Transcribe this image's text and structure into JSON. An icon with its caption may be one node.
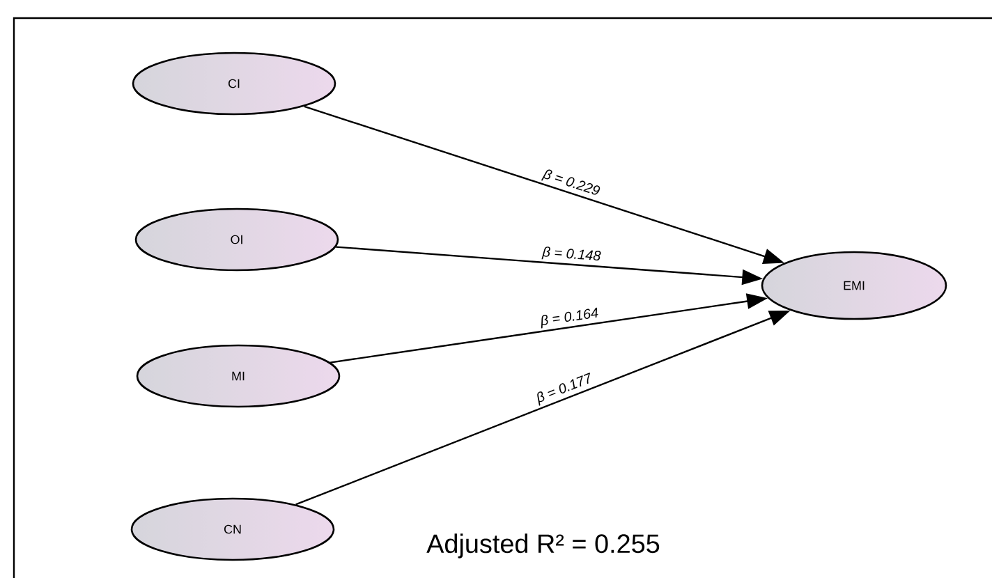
{
  "diagram": {
    "nodes": [
      {
        "text": [
          "CI"
        ]
      },
      {
        "text": [
          "OI"
        ]
      },
      {
        "text": [
          "MI"
        ]
      },
      {
        "text": [
          "CN"
        ]
      },
      {
        "text": [
          "EMI"
        ]
      }
    ],
    "edges": [
      {
        "from": 0,
        "to": 4,
        "arrow": "to",
        "label": "β = 0.229"
      },
      {
        "from": 1,
        "to": 4,
        "arrow": "to",
        "label": "β = 0.148"
      },
      {
        "from": 2,
        "to": 4,
        "arrow": "to",
        "label": "β = 0.164"
      },
      {
        "from": 3,
        "to": 4,
        "arrow": "to",
        "label": "β = 0.177"
      }
    ],
    "labels": [
      "Adjusted R² = 0.255"
    ]
  }
}
